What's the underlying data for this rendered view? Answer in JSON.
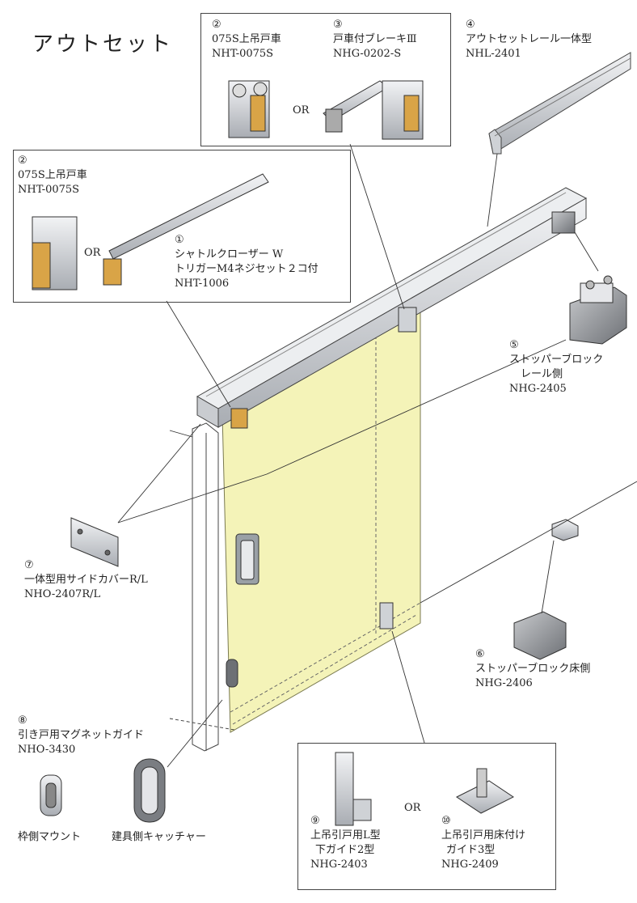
{
  "title": "アウトセット",
  "or_label": "OR",
  "parts": {
    "p2_top": {
      "num": "②",
      "name": "075S上吊戸車",
      "code": "NHT-0075S"
    },
    "p3": {
      "num": "③",
      "name": "戸車付ブレーキⅢ",
      "code": "NHG-0202-S"
    },
    "p4": {
      "num": "④",
      "name": "アウトセットレール一体型",
      "code": "NHL-2401"
    },
    "p2_left": {
      "num": "②",
      "name": "075S上吊戸車",
      "code": "NHT-0075S"
    },
    "p1": {
      "num": "①",
      "line1": "シャトルクローザー W",
      "line2": "トリガーM4ネジセット２コ付",
      "code": "NHT-1006"
    },
    "p5": {
      "num": "⑤",
      "line1": "ストッパーブロック",
      "line2": "レール側",
      "code": "NHG-2405"
    },
    "p7": {
      "num": "⑦",
      "name": "一体型用サイドカバーR/L",
      "code": "NHO-2407R/L"
    },
    "p6": {
      "num": "⑥",
      "name": "ストッパーブロック床側",
      "code": "NHG-2406"
    },
    "p8": {
      "num": "⑧",
      "name": "引き戸用マグネットガイド",
      "code": "NHO-3430",
      "sub1": "枠側マウント",
      "sub2": "建具側キャッチャー"
    },
    "p9": {
      "num": "⑨",
      "line1": "上吊引戸用L型",
      "line2": "下ガイド2型",
      "code": "NHG-2403"
    },
    "p10": {
      "num": "⑩",
      "line1": "上吊引戸用床付け",
      "line2": "ガイド3型",
      "code": "NHG-2409"
    }
  },
  "colors": {
    "door": "#f4f3b8",
    "door_stroke": "#7a7a50",
    "metal": "#d6d8dc",
    "brass": "#d9a447",
    "line": "#333333"
  }
}
